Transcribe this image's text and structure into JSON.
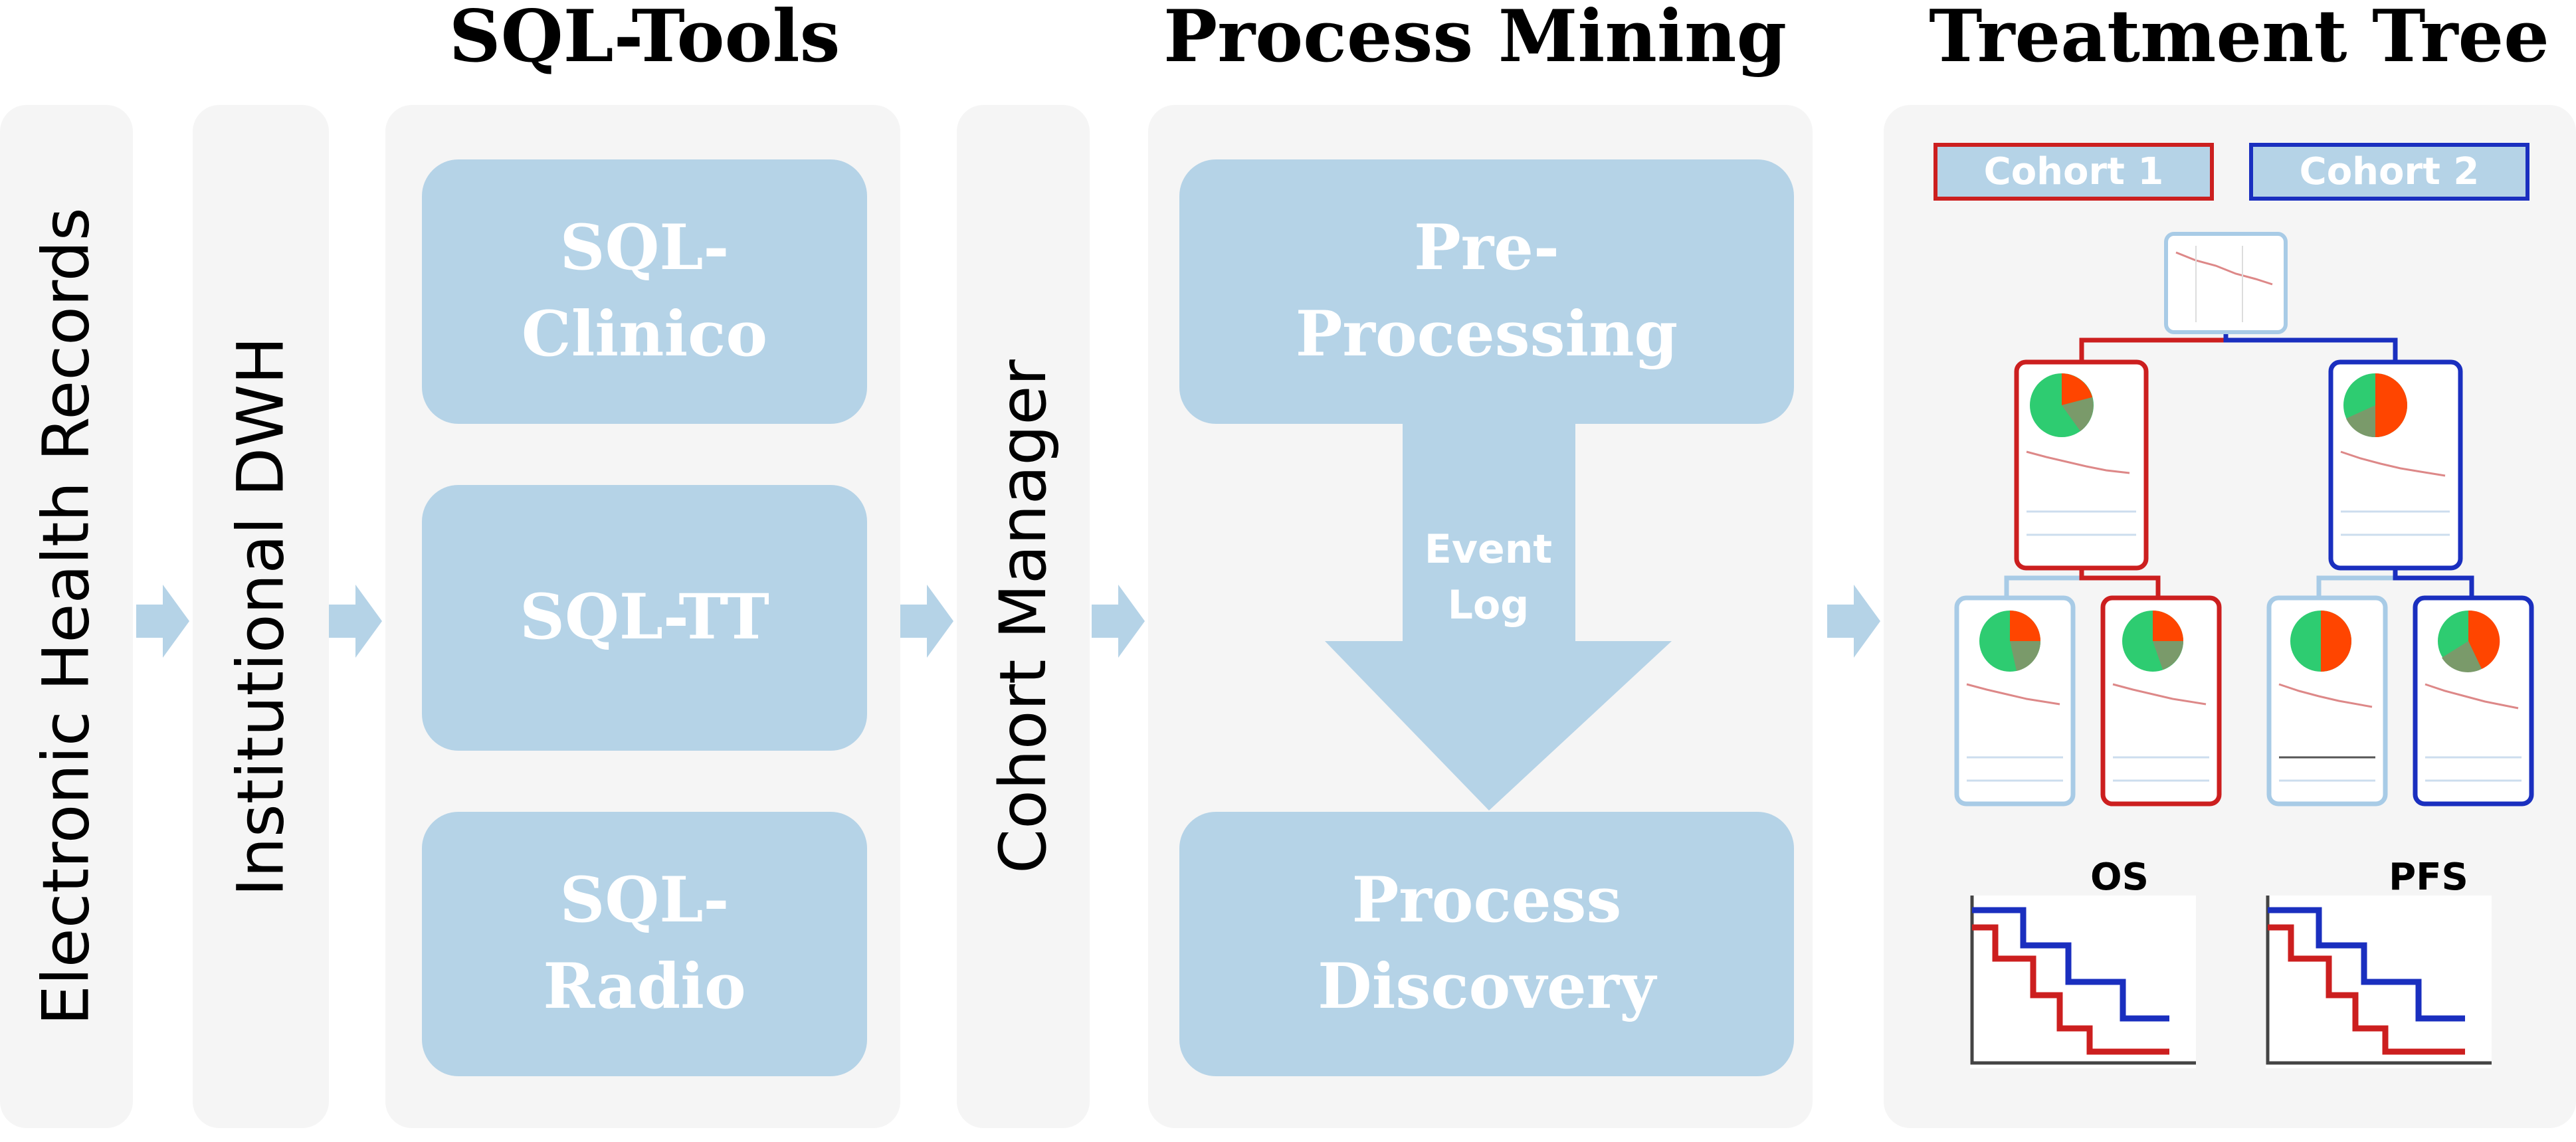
{
  "headings": {
    "sql_tools": "SQL-Tools",
    "process_mining": "Process Mining",
    "treatment_tree": "Treatment Tree"
  },
  "stages": {
    "ehr": "Electronic Health Records",
    "dwh": "Institutional DWH",
    "cohort_manager": "Cohort Manager"
  },
  "sql_tools": {
    "clinico": [
      "SQL-",
      "Clinico"
    ],
    "tt": "SQL-TT",
    "radio": [
      "SQL-",
      "Radio"
    ]
  },
  "process_mining": {
    "preprocessing": [
      "Pre-",
      "Processing"
    ],
    "event_log": [
      "Event",
      "Log"
    ],
    "discovery": [
      "Process",
      "Discovery"
    ]
  },
  "treatment_tree": {
    "cohort1": "Cohort 1",
    "cohort2": "Cohort 2",
    "os_label": "OS",
    "pfs_label": "PFS"
  },
  "colors": {
    "panel": "#f5f5f5",
    "box": "#b5d3e7",
    "arrow": "#b5d3e7",
    "cohort1": "#cc1f1f",
    "cohort2": "#1a2fbf",
    "node_border": "#a8cbe6"
  }
}
